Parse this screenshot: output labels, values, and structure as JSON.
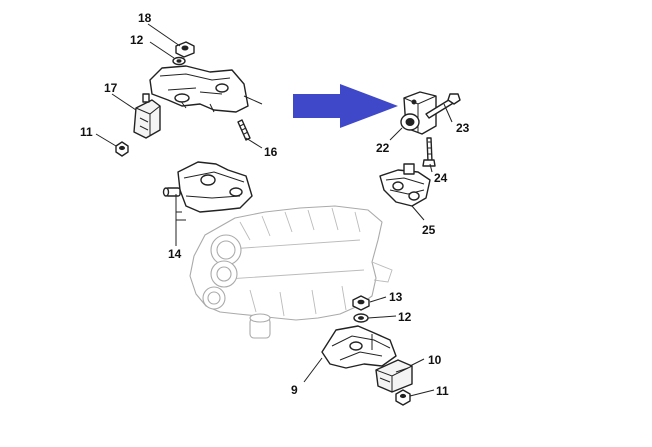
{
  "diagram": {
    "arrow_color": "#3f48c8",
    "parts": [
      {
        "id": "p18",
        "number": "18",
        "shape": "nut"
      },
      {
        "id": "p12a",
        "number": "12",
        "shape": "washer"
      },
      {
        "id": "p17",
        "number": "17",
        "shape": "mount"
      },
      {
        "id": "p11a",
        "number": "11",
        "shape": "nut"
      },
      {
        "id": "p16",
        "number": "16",
        "shape": "bolt"
      },
      {
        "id": "p14",
        "number": "14",
        "shape": "bracket"
      },
      {
        "id": "p23",
        "number": "23",
        "shape": "bolt"
      },
      {
        "id": "p22",
        "number": "22",
        "shape": "bushing"
      },
      {
        "id": "p24",
        "number": "24",
        "shape": "bolt"
      },
      {
        "id": "p25",
        "number": "25",
        "shape": "bracket"
      },
      {
        "id": "p13",
        "number": "13",
        "shape": "nut"
      },
      {
        "id": "p12b",
        "number": "12",
        "shape": "washer"
      },
      {
        "id": "p10",
        "number": "10",
        "shape": "mount"
      },
      {
        "id": "p9",
        "number": "9",
        "shape": "bracket"
      },
      {
        "id": "p11b",
        "number": "11",
        "shape": "nut"
      }
    ]
  }
}
